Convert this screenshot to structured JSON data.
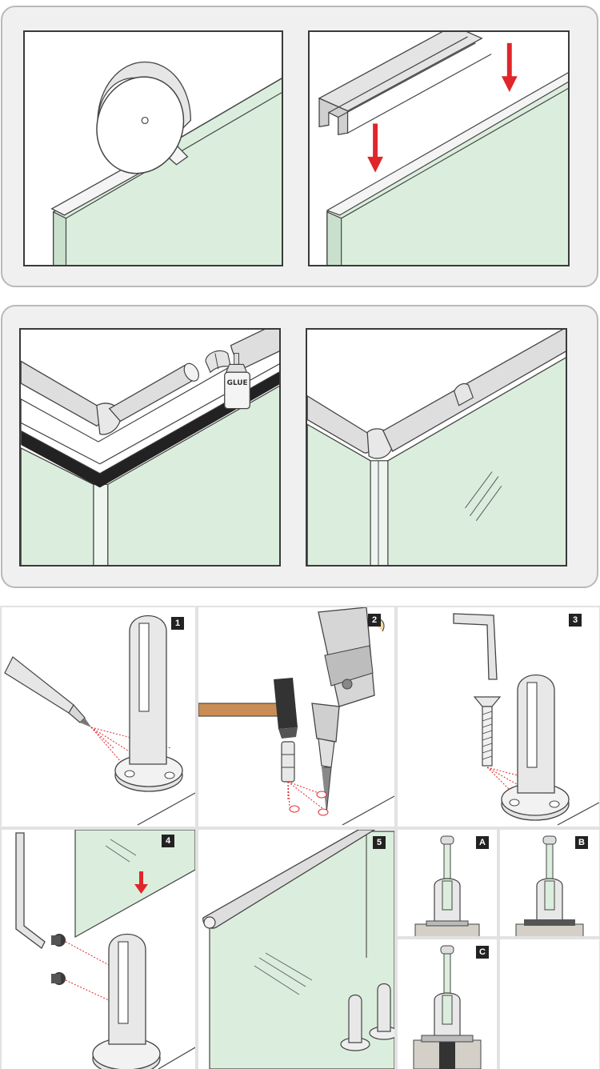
{
  "colors": {
    "glass": "#dbeedd",
    "glass_edge": "#b9d2bd",
    "outline": "#444444",
    "arrow": "#e0262b",
    "metal": "#dcdcdc",
    "metal_dark": "#b8b8b8",
    "rubber": "#222222",
    "hammer_handle": "#c98d55",
    "concrete": "#d4d0c8"
  },
  "steps": {
    "badges": [
      "1",
      "2",
      "3",
      "4",
      "5",
      "A",
      "B",
      "C"
    ]
  },
  "labels": {
    "glue": "GLUE"
  }
}
